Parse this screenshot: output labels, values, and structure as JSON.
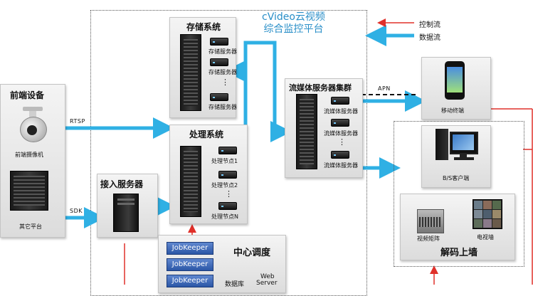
{
  "platform_title_line1": "cVideo云视频",
  "platform_title_line2": "综合监控平台",
  "legend": {
    "control": "控制流",
    "data": "数据流"
  },
  "frontend": {
    "title": "前端设备",
    "camera_label": "前端摄像机",
    "other_label": "其它平台"
  },
  "protocols": {
    "rtsp": "RTSP",
    "sdk": "SDK",
    "apn": "APN"
  },
  "storage": {
    "title": "存储系统",
    "servers": [
      "存储服务器",
      "存储服务器",
      "存储服务器"
    ],
    "ellipsis": "⋮"
  },
  "processing": {
    "title": "处理系统",
    "nodes": [
      "处理节点1",
      "处理节点2",
      "处理节点N"
    ],
    "ellipsis": "⋮"
  },
  "access": {
    "title": "接入服务器"
  },
  "streaming": {
    "title": "流媒体服务器集群",
    "servers": [
      "流媒体服务器",
      "流媒体服务器",
      "流媒体服务器"
    ],
    "ellipsis": "⋮"
  },
  "dispatch": {
    "title": "中心调度",
    "jobs": [
      "JobKeeper",
      "JobKeeper",
      "JobKeeper"
    ],
    "db": "数据库",
    "web1": "Web",
    "web2": "Server"
  },
  "mobile": {
    "label": "移动终端"
  },
  "bs_client": {
    "label": "B/S客户端"
  },
  "decode": {
    "title": "解码上墙",
    "matrix_label": "视频矩阵",
    "tv_label": "电视墙"
  },
  "colors": {
    "control": "#e0302a",
    "data": "#2fb0e4",
    "title_blue": "#2a8fc8"
  }
}
